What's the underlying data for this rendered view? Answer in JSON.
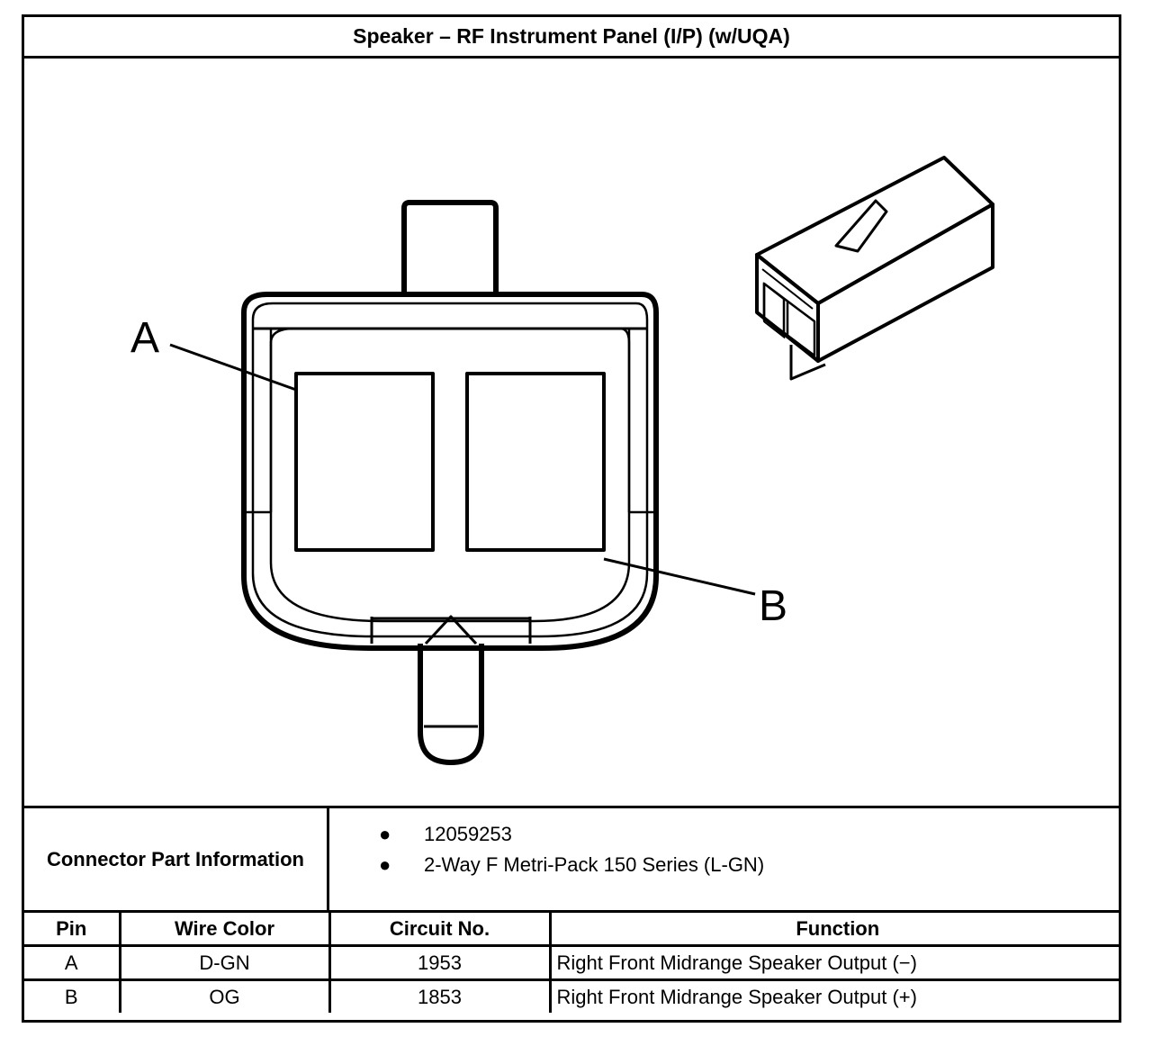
{
  "title": "Speaker – RF Instrument Panel (I/P) (w/UQA)",
  "diagram": {
    "pin_labels": [
      "A",
      "B"
    ],
    "line_color": "#000000",
    "background": "#ffffff"
  },
  "connector_info": {
    "label": "Connector Part Information",
    "items": [
      "12059253",
      "2-Way F Metri-Pack 150 Series (L-GN)"
    ]
  },
  "table": {
    "headers": {
      "pin": "Pin",
      "wire_color": "Wire Color",
      "circuit": "Circuit No.",
      "function": "Function"
    },
    "rows": [
      {
        "pin": "A",
        "wire_color": "D-GN",
        "circuit": "1953",
        "function": "Right Front Midrange Speaker Output (−)"
      },
      {
        "pin": "B",
        "wire_color": "OG",
        "circuit": "1853",
        "function": "Right Front Midrange Speaker Output (+)"
      }
    ]
  }
}
